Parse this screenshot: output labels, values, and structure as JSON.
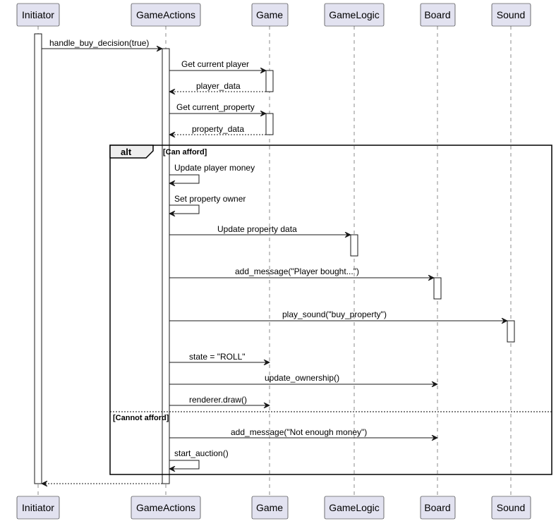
{
  "participants": [
    {
      "id": "initiator",
      "label": "Initiator"
    },
    {
      "id": "gameactions",
      "label": "GameActions"
    },
    {
      "id": "game",
      "label": "Game"
    },
    {
      "id": "gamelogic",
      "label": "GameLogic"
    },
    {
      "id": "board",
      "label": "Board"
    },
    {
      "id": "sound",
      "label": "Sound"
    }
  ],
  "messages": {
    "handle_buy": "handle_buy_decision(true)",
    "get_player": "Get current player",
    "player_data": "player_data",
    "get_property": "Get current_property",
    "property_data": "property_data",
    "update_money": "Update player money",
    "set_owner": "Set property owner",
    "update_property": "Update property data",
    "add_message_bought": "add_message(\"Player bought...\")",
    "play_sound": "play_sound(\"buy_property\")",
    "state_roll": "state = \"ROLL\"",
    "update_ownership": "update_ownership()",
    "renderer_draw": "renderer.draw()",
    "add_message_money": "add_message(\"Not enough money\")",
    "start_auction": "start_auction()"
  },
  "alt_fragment": {
    "label": "alt",
    "guard_1": "[Can afford]",
    "guard_2": "[Cannot afford]"
  }
}
